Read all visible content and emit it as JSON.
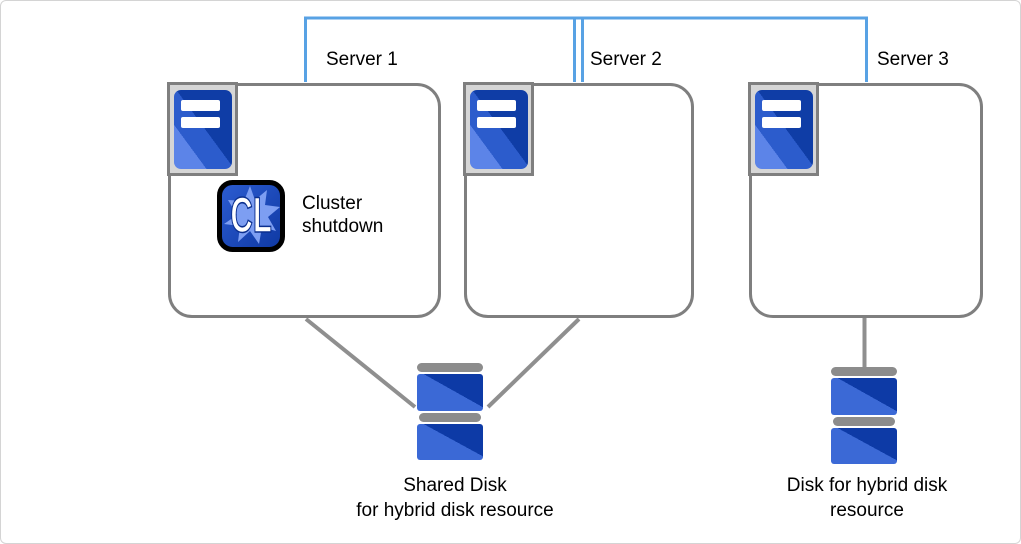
{
  "colors": {
    "interconnect-blue": "#58a2e4",
    "connection-gray": "#8f8f8f",
    "box-border-gray": "#7f7f7f",
    "server-tower-blue-light": "#5c84e8",
    "server-tower-blue": "#2c5ccc",
    "server-tower-blue-dark": "#0f3da6",
    "disk-blue-light": "#3b69d6",
    "disk-blue-dark": "#0d3aa6",
    "disk-cap-gray": "#8c8c8c",
    "cl-badge-blue": "#1d4cc0",
    "cl-star-blue": "#7d9ef2",
    "text-black": "#000000"
  },
  "servers": [
    {
      "label": "Server 1"
    },
    {
      "label": "Server 2"
    },
    {
      "label": "Server 3"
    }
  ],
  "annotation": {
    "icon_text": "CL",
    "label": "Cluster shutdown"
  },
  "disks": [
    {
      "label_line1": "Shared Disk",
      "label_line2": "for hybrid disk resource"
    },
    {
      "label_line1": "Disk for hybrid disk",
      "label_line2": "resource"
    }
  ]
}
